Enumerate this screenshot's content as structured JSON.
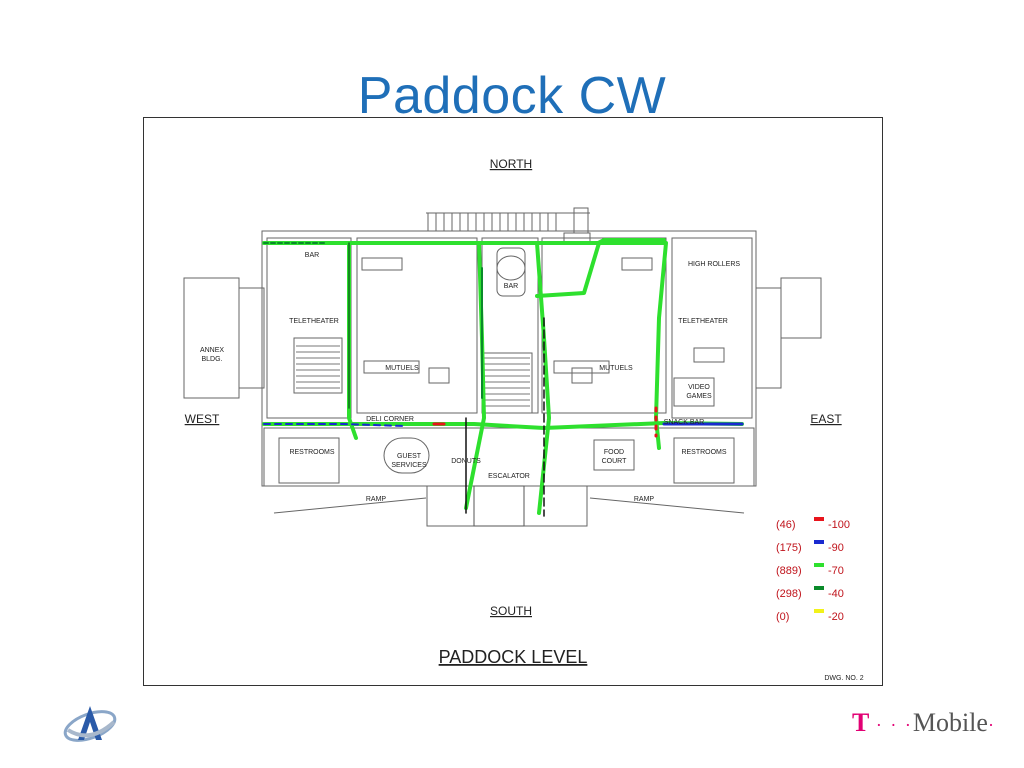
{
  "slide": {
    "title": "Paddock CW"
  },
  "map": {
    "compass": {
      "north": "NORTH",
      "south": "SOUTH",
      "east": "EAST",
      "west": "WEST"
    },
    "level_title": "PADDOCK LEVEL",
    "drawing_number": "DWG. NO. 2",
    "areas": {
      "bar_left": "BAR",
      "bar_center": "BAR",
      "high_rollers": "HIGH ROLLERS",
      "teletheater_left": "TELETHEATER",
      "teletheater_right": "TELETHEATER",
      "annex_line1": "ANNEX",
      "annex_line2": "BLDG.",
      "mutuels_left": "MUTUELS",
      "mutuels_right": "MUTUELS",
      "video_line1": "VIDEO",
      "video_line2": "GAMES",
      "deli_corner": "DELI CORNER",
      "snack_bar": "SNACK BAR",
      "restrooms_left": "RESTROOMS",
      "restrooms_right": "RESTROOMS",
      "guest_line1": "GUEST",
      "guest_line2": "SERVICES",
      "donuts": "DONUTS",
      "escalator": "ESCALATOR",
      "food_line1": "FOOD",
      "food_line2": "COURT",
      "ramp_left": "RAMP",
      "ramp_right": "RAMP"
    },
    "legend": [
      {
        "count": "(46)",
        "label": "-100",
        "color": "#e8141c"
      },
      {
        "count": "(175)",
        "label": "-90",
        "color": "#1a2ad0"
      },
      {
        "count": "(889)",
        "label": "-70",
        "color": "#2ee02e"
      },
      {
        "count": "(298)",
        "label": "-40",
        "color": "#0a8a2a"
      },
      {
        "count": "(0)",
        "label": "-20",
        "color": "#f2f21a"
      }
    ],
    "legend_text_color": "#c0141c"
  },
  "logos": {
    "right_brand": "Mobile"
  }
}
